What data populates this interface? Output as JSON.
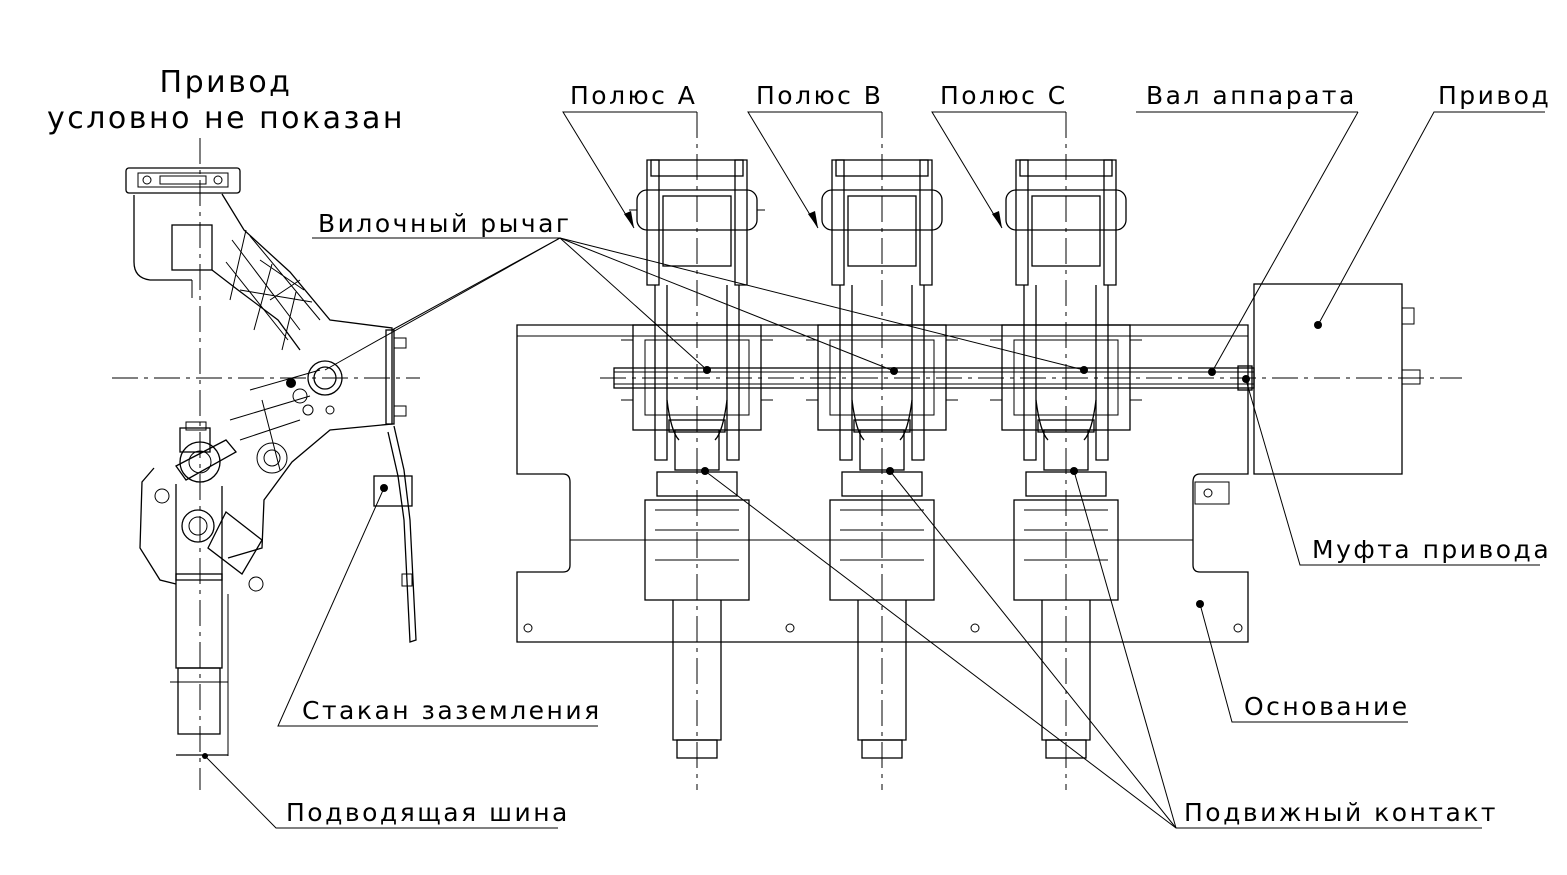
{
  "left_view": {
    "title_line1": "Привод",
    "title_line2": "условно не показан"
  },
  "labels": {
    "pole_a": "Полюс A",
    "pole_b": "Полюс B",
    "pole_c": "Полюс C",
    "shaft": "Вал аппарата",
    "drive": "Привод",
    "fork_lever": "Вилочный рычаг",
    "drive_coupling": "Муфта привода",
    "grounding_cup": "Стакан заземления",
    "base": "Основание",
    "supply_bus": "Подводящая шина",
    "moving_contact": "Подвижный контакт"
  }
}
